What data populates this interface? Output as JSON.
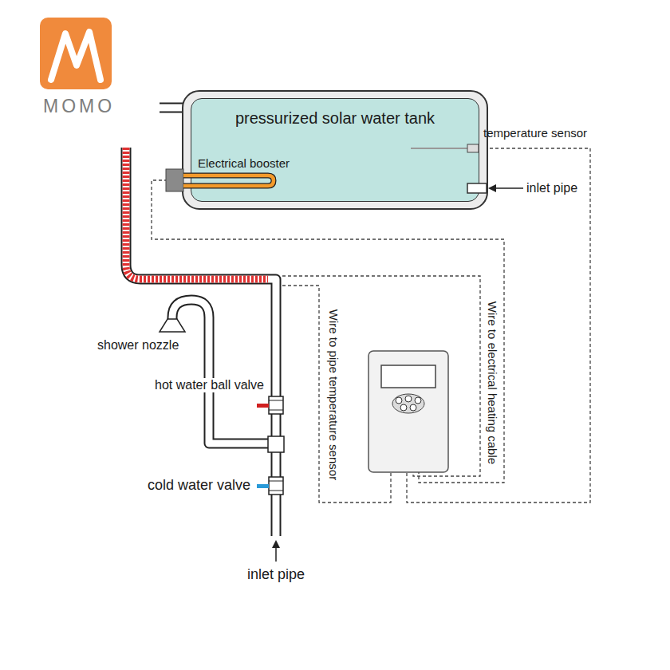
{
  "diagram": {
    "nodes": [
      {
        "text": [
          "pressurized solar water tank"
        ]
      }
    ],
    "labels": [
      "MOMO",
      "temperature sensor",
      "Electrical booster",
      "inlet pipe",
      "shower nozzle",
      "hot water ball valve",
      "cold water valve",
      "inlet pipe",
      "Wire to pipe temperature sensor",
      "Wire to electrical heating cable"
    ]
  }
}
